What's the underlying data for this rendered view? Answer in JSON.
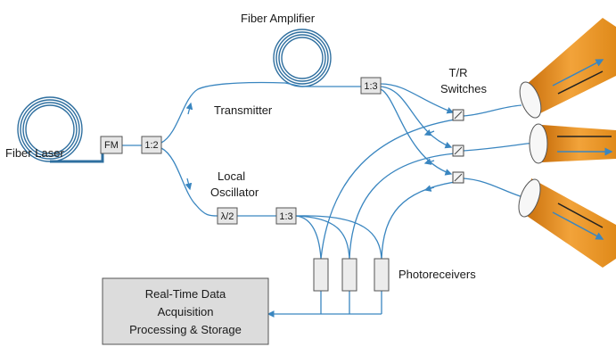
{
  "labels": {
    "fiber_amplifier": "Fiber Amplifier",
    "fiber_laser": "Fiber Laser",
    "transmitter": "Transmitter",
    "local": "Local",
    "oscillator": "Oscillator",
    "tr_line1": "T/R",
    "tr_line2": "Switches",
    "photoreceivers": "Photoreceivers"
  },
  "boxes": {
    "fm": "FM",
    "splitter_12": "1:2",
    "splitter_13_top": "1:3",
    "half_wave": "λ/2",
    "splitter_13_bottom": "1:3"
  },
  "processor": {
    "line1": "Real-Time Data",
    "line2": "Acquisition",
    "line3": "Processing & Storage"
  },
  "colors": {
    "fiber": "#3a86c0",
    "telescope_beam": "#e08a1a",
    "box_fill": "#e6e6e6"
  }
}
